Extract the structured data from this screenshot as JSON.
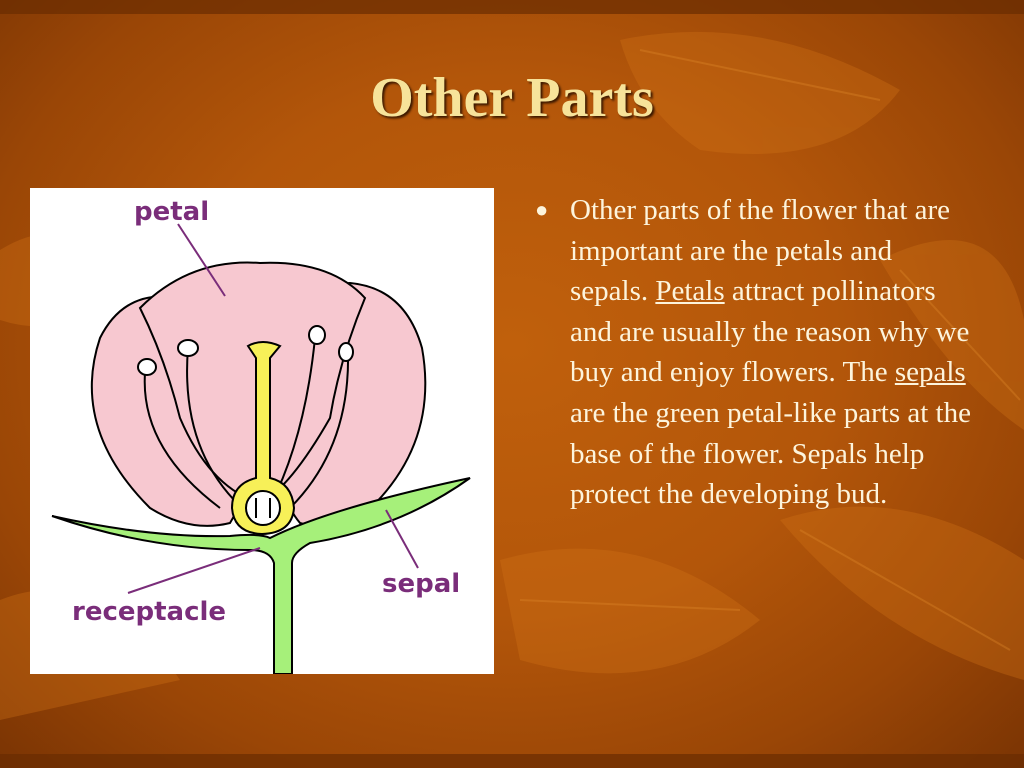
{
  "slide": {
    "title": "Other Parts",
    "background_color": "#b3560a",
    "title_color": "#f7e39a",
    "text_color": "#fdf4dc"
  },
  "diagram": {
    "labels": {
      "petal": "petal",
      "sepal": "sepal",
      "receptacle": "receptacle"
    },
    "colors": {
      "petal": "#f7c8d0",
      "stem": "#a6f07a",
      "pistil": "#f7f058",
      "label": "#7a2d7a"
    }
  },
  "body": {
    "bullet_icon": "bullet-dot",
    "text_1": "Other parts of the flower that are important are the petals and sepals. ",
    "term_1": "Petals",
    "text_2": " attract pollinators and are usually the reason why we buy and enjoy flowers. The ",
    "term_2": "sepals",
    "text_3": " are the green petal-like parts at the base of the flower. Sepals help protect the developing bud."
  }
}
